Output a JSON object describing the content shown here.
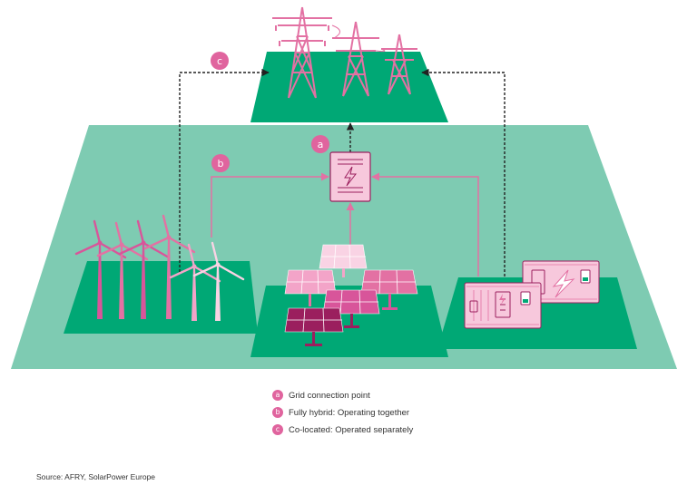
{
  "callouts": {
    "a": "a",
    "b": "b",
    "c": "c"
  },
  "legend": [
    {
      "badge": "a",
      "text": "Grid connection point"
    },
    {
      "badge": "b",
      "text": "Fully hybrid: Operating together"
    },
    {
      "badge": "c",
      "text": "Co-located: Operated separately"
    }
  ],
  "source": "Source: AFRY, SolarPower Europe",
  "colors": {
    "base_platform": "#7ecbb2",
    "sub_platform": "#00a875",
    "accent_pink": "#e0649e",
    "line_pink": "#e371a3",
    "panel_dark": "#9b1f5e",
    "panel_mid": "#d8559a",
    "panel_light": "#f3a4c8",
    "panel_pale": "#f9d3e4",
    "dashed_line": "#222222"
  },
  "icons": [
    "transmission-tower-icon",
    "wind-turbine-icon",
    "solar-panel-icon",
    "battery-container-icon",
    "grid-connection-icon",
    "lightning-icon"
  ]
}
